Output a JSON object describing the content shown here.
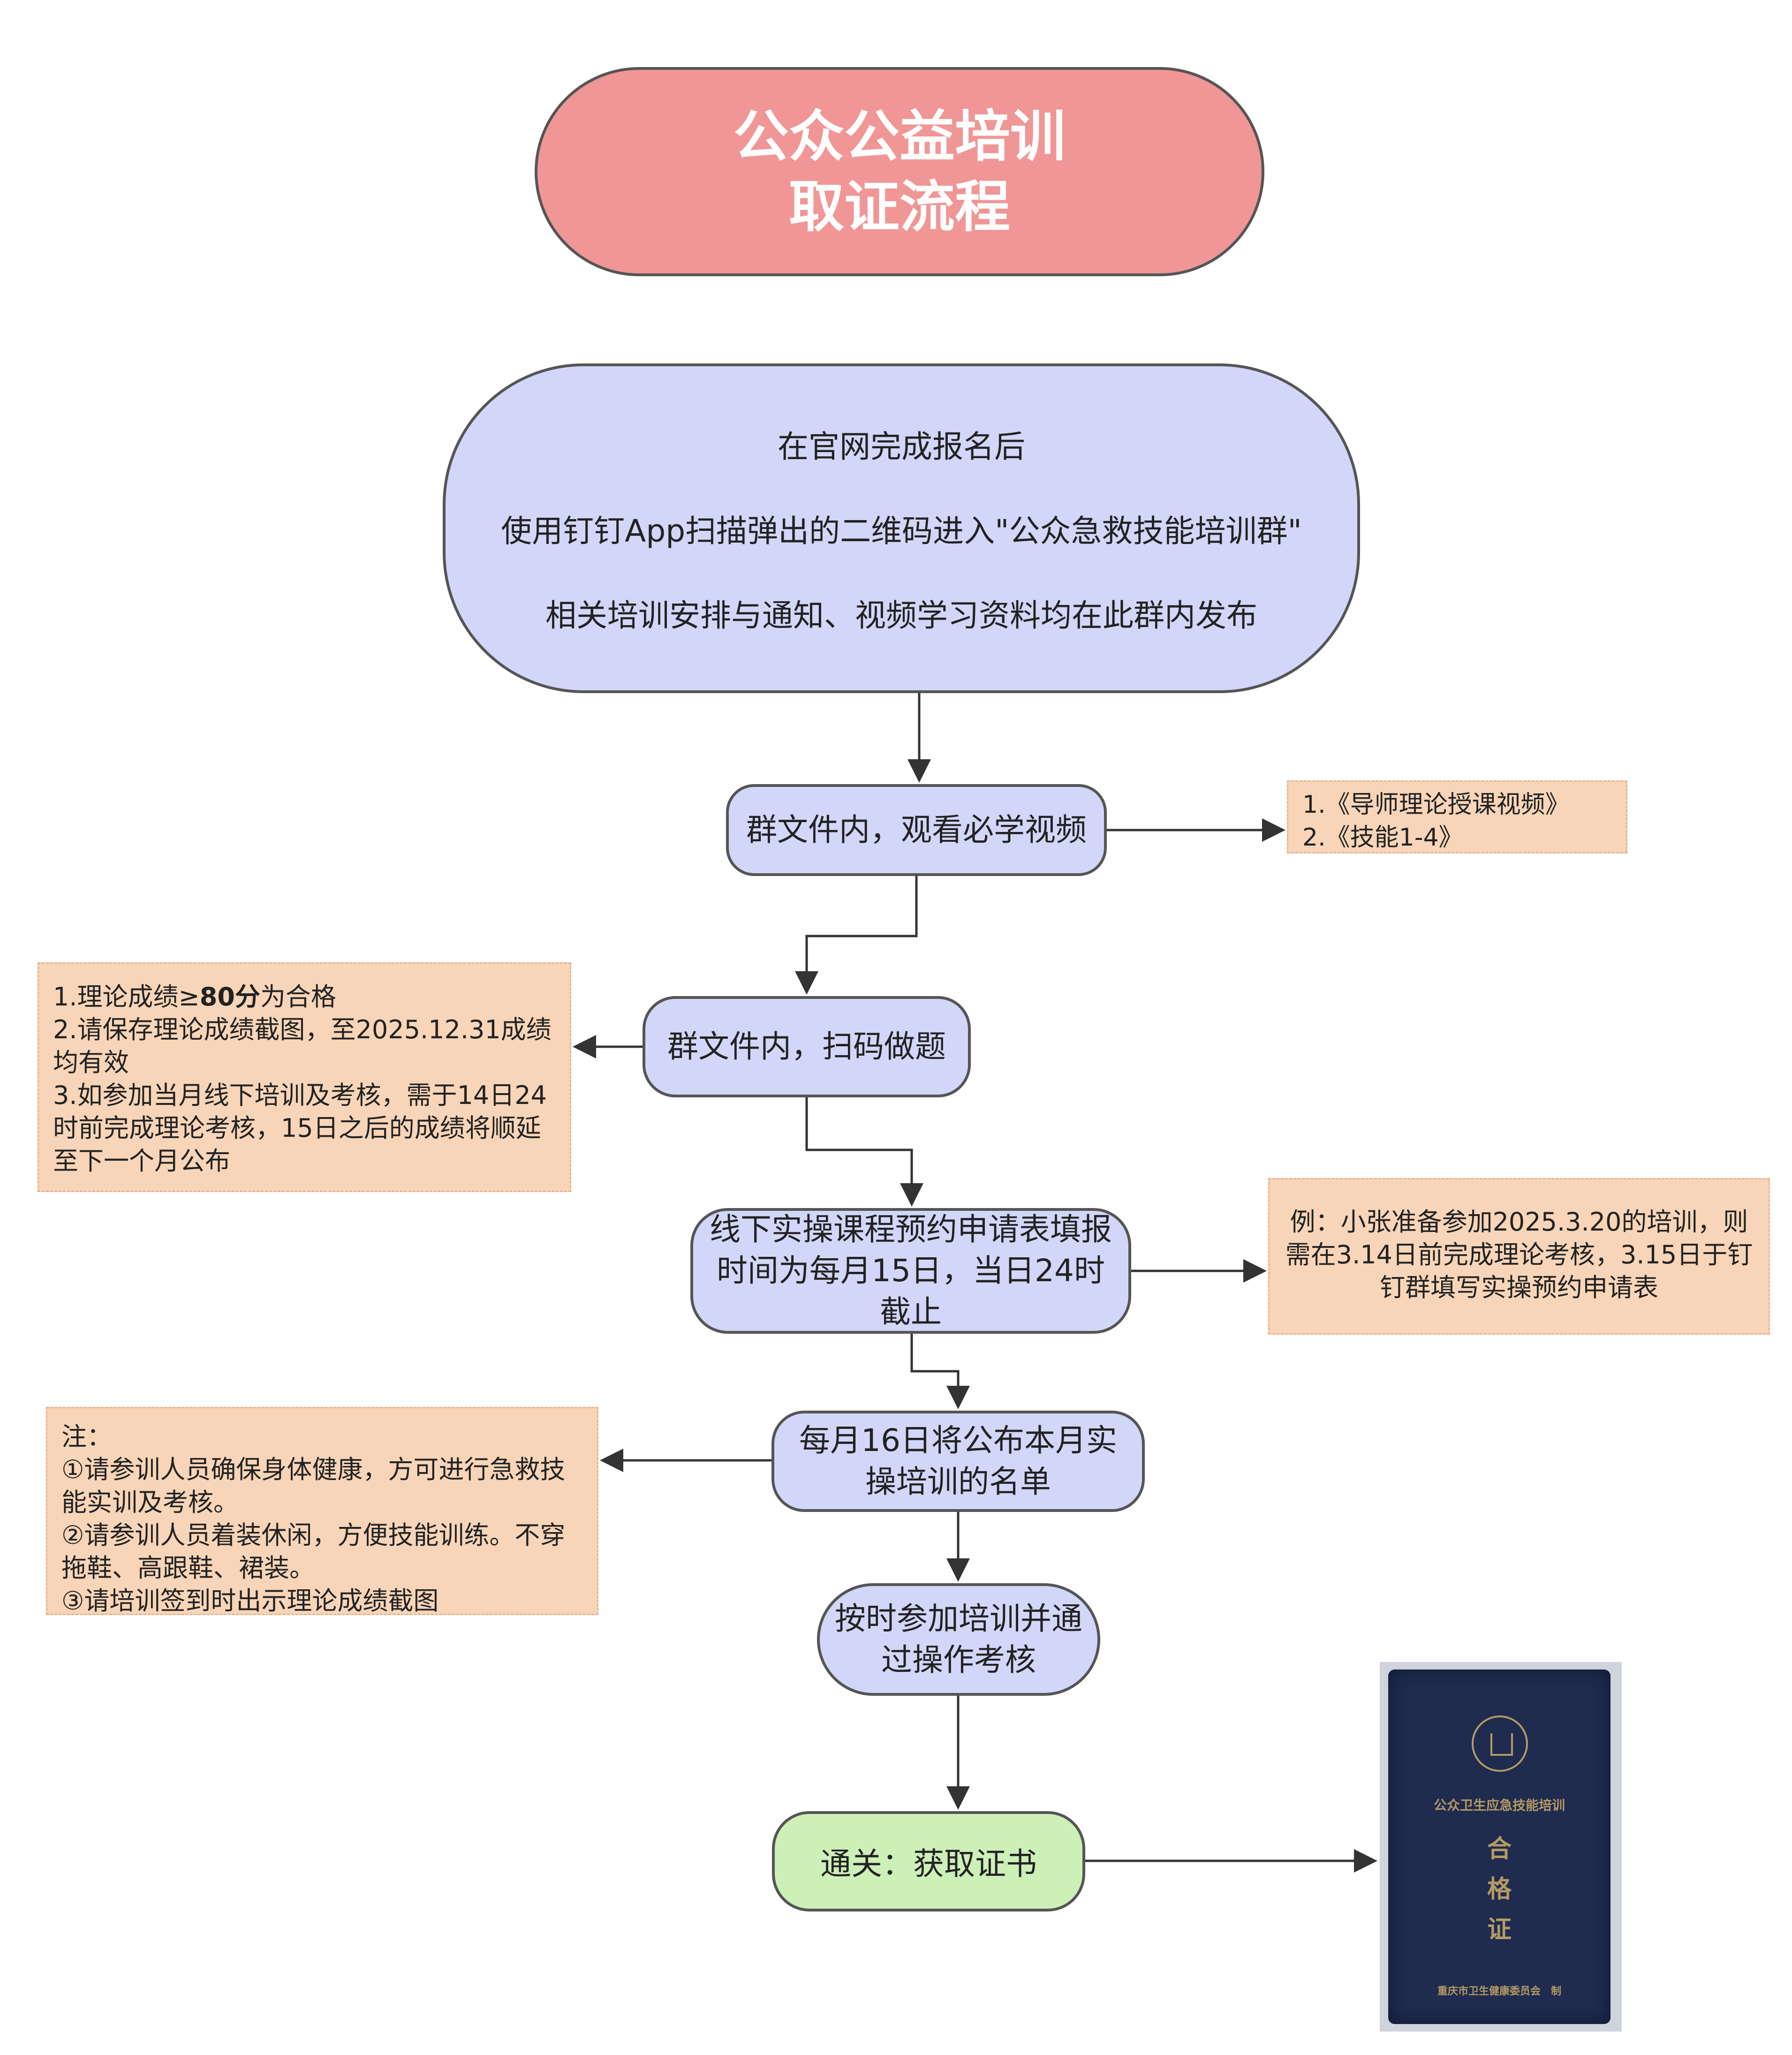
{
  "title": {
    "line1": "公众公益培训",
    "line2": "取证流程",
    "color": "#f09696"
  },
  "intro": {
    "line1": "在官网完成报名后",
    "line2": "使用钉钉App扫描弹出的二维码进入\"公众急救技能培训群\"",
    "line3": "相关培训安排与通知、视频学习资料均在此群内发布"
  },
  "steps": {
    "watch_videos": "群文件内，观看必学视频",
    "scan_quiz": "群文件内，扫码做题",
    "booking": {
      "line1": "线下实操课程预约申请表填报",
      "line2": "时间为每月15日，当日24时",
      "line3": "截止"
    },
    "publish": {
      "line1": "每月16日将公布本月实",
      "line2": "操培训的名单"
    },
    "attend": {
      "line1": "按时参加培训并通",
      "line2": "过操作考核"
    },
    "final": "通关：获取证书"
  },
  "notes": {
    "videos": [
      "1.《导师理论授课视频》",
      "2.《技能1-4》"
    ],
    "scores": {
      "line1_prefix": "1.理论成绩≥",
      "line1_bold": "80分",
      "line1_suffix": "为合格",
      "line2": "2.请保存理论成绩截图，至2025.12.31成绩",
      "line3": "均有效",
      "line4": "3.如参加当月线下培训及考核，需于14日24",
      "line5": "时前完成理论考核，15日之后的成绩将顺延",
      "line6": "至下一个月公布"
    },
    "example": {
      "line1": "例：小张准备参加2025.3.20的培训，则",
      "line2": "需在3.14日前完成理论考核，3.15日于钉",
      "line3": "钉群填写实操预约申请表"
    },
    "attention": {
      "heading": "注：",
      "line1": "①请参训人员确保身体健康，方可进行急救技",
      "line2": "能实训及考核。",
      "line3": "②请参训人员着装休闲，方便技能训练。不穿",
      "line4": "拖鞋、高跟鞋、裙装。",
      "line5": "③请培训签到时出示理论成绩截图"
    }
  },
  "certificate": {
    "name": "公众卫生应急技能培训",
    "title_chars": [
      "合",
      "格",
      "证"
    ],
    "issuer": "重庆市卫生健康委员会　制"
  },
  "colors": {
    "step_fill": "#d2d7f9",
    "final_fill": "#cdefb8",
    "note_fill": "#f8d5b8",
    "booklet": "#1f2b4f"
  }
}
